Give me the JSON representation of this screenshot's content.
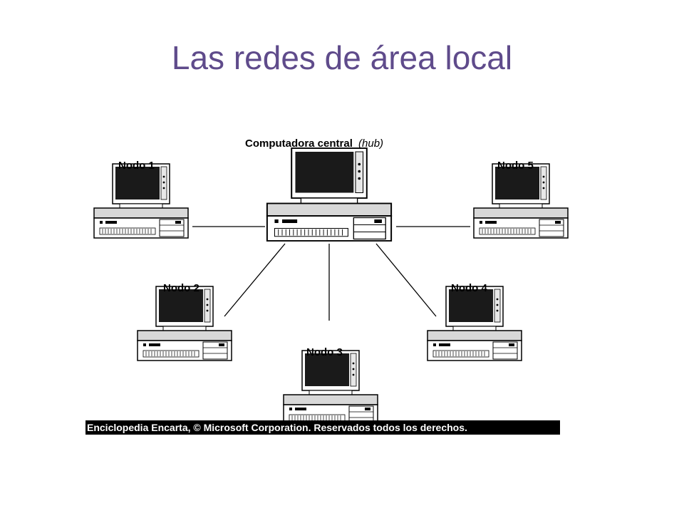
{
  "title": "Las redes de área local",
  "diagram": {
    "hub": {
      "label": "Computadora central",
      "label_note": "(hub)"
    },
    "nodes": [
      {
        "id": "nodo-1",
        "label": "Nodo 1"
      },
      {
        "id": "nodo-2",
        "label": "Nodo 2"
      },
      {
        "id": "nodo-3",
        "label": "Nodo 3"
      },
      {
        "id": "nodo-4",
        "label": "Nodo 4"
      },
      {
        "id": "nodo-5",
        "label": "Nodo 5"
      }
    ]
  },
  "caption": "Enciclopedia Encarta, © Microsoft Corporation. Reservados todos los derechos.",
  "colors": {
    "title": "#5f4b8b",
    "caption_bg": "#000000",
    "caption_text": "#ffffff"
  }
}
